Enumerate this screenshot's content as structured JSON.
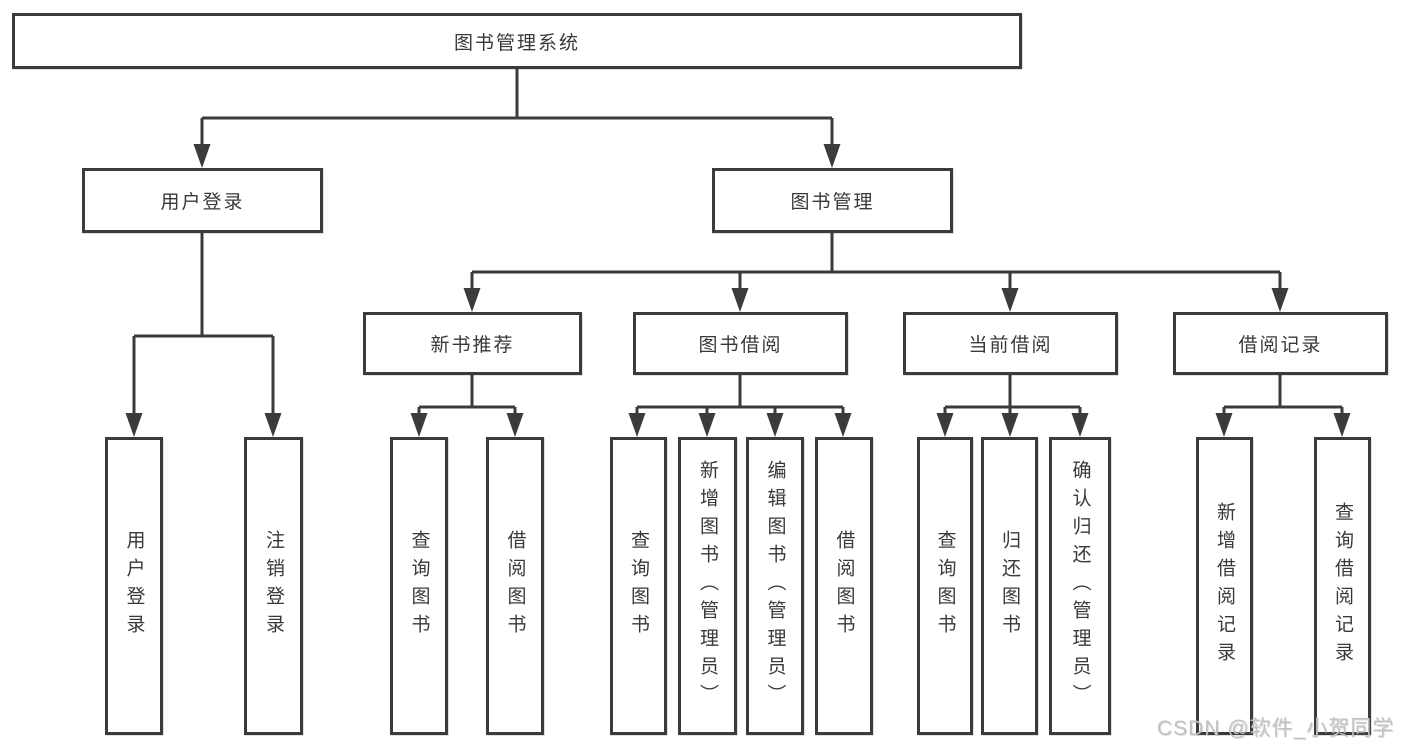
{
  "colors": {
    "line": "#3b3b3d",
    "text": "#39393c",
    "watermark": "#c2c2c2",
    "background": "#ffffff"
  },
  "nodes": {
    "root": {
      "label": "图书管理系统"
    },
    "level2": [
      {
        "label": "用户登录"
      },
      {
        "label": "图书管理"
      }
    ],
    "level3": [
      {
        "label": "新书推荐"
      },
      {
        "label": "图书借阅"
      },
      {
        "label": "当前借阅"
      },
      {
        "label": "借阅记录"
      }
    ],
    "leaves": {
      "user_login": [
        {
          "label": "用户登录"
        },
        {
          "label": "注销登录"
        }
      ],
      "new_book": [
        {
          "label": "查询图书"
        },
        {
          "label": "借阅图书"
        }
      ],
      "book_borrow": [
        {
          "label": "查询图书"
        },
        {
          "label": "新增图书（管理员）"
        },
        {
          "label": "编辑图书（管理员）"
        },
        {
          "label": "借阅图书"
        }
      ],
      "current_borrow": [
        {
          "label": "查询图书"
        },
        {
          "label": "归还图书"
        },
        {
          "label": "确认归还（管理员）"
        }
      ],
      "borrow_record": [
        {
          "label": "新增借阅记录"
        },
        {
          "label": "查询借阅记录"
        }
      ]
    }
  },
  "watermark": {
    "text": "CSDN @软件_小贺同学"
  }
}
